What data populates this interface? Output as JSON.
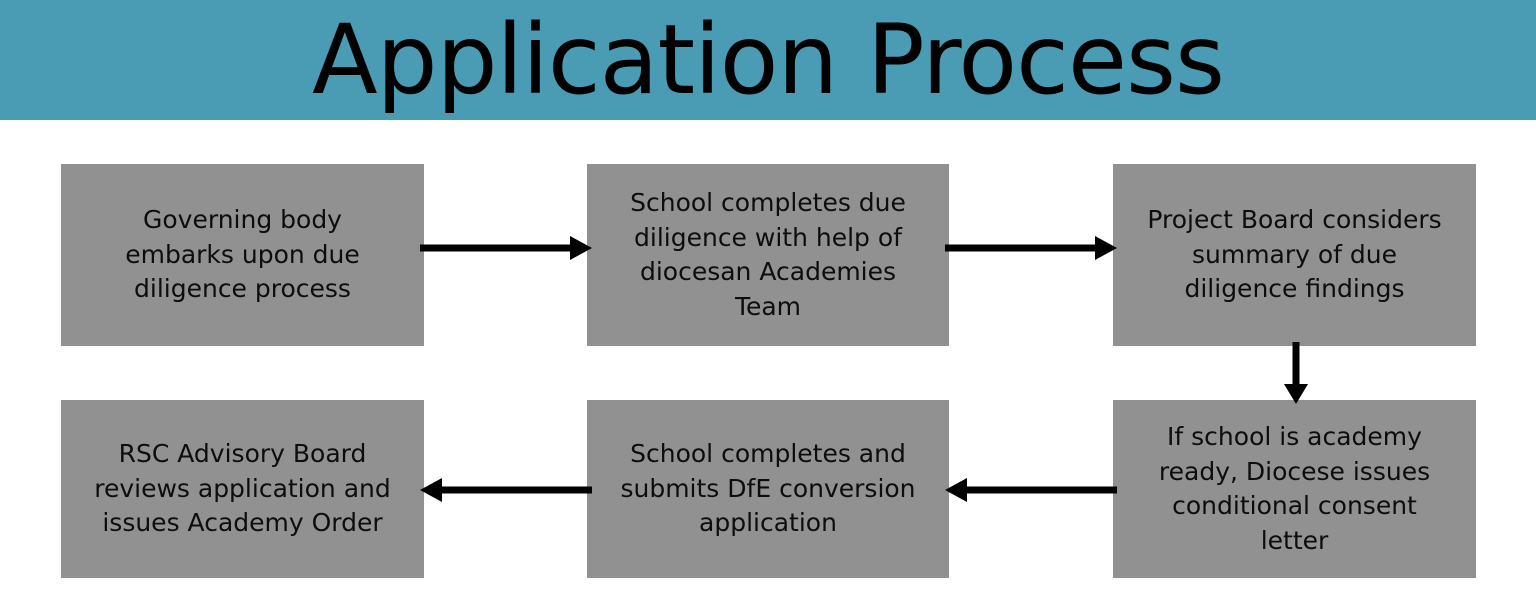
{
  "slide": {
    "title": "Application Process",
    "header_color": "#4a9cb5",
    "box_color": "#919191",
    "text_color": "#0d0d0d",
    "background_color": "#ffffff"
  },
  "flowchart": {
    "type": "process-flow",
    "boxes": [
      {
        "id": 1,
        "label": "Governing body\nembarks upon due\ndiligence process"
      },
      {
        "id": 2,
        "label": "School completes due\ndiligence with help of\ndiocesan Academies\nTeam"
      },
      {
        "id": 3,
        "label": "Project Board considers\nsummary of due\ndiligence findings"
      },
      {
        "id": 4,
        "label": "RSC Advisory Board\nreviews application and\nissues Academy Order"
      },
      {
        "id": 5,
        "label": "School completes and\nsubmits DfE conversion\napplication"
      },
      {
        "id": 6,
        "label": "If school is academy\nready, Diocese issues\nconditional consent\nletter"
      }
    ],
    "connectors": [
      {
        "from": 1,
        "to": 2,
        "direction": "right"
      },
      {
        "from": 2,
        "to": 3,
        "direction": "right"
      },
      {
        "from": 3,
        "to": 6,
        "direction": "down"
      },
      {
        "from": 6,
        "to": 5,
        "direction": "left"
      },
      {
        "from": 5,
        "to": 4,
        "direction": "left"
      }
    ]
  }
}
